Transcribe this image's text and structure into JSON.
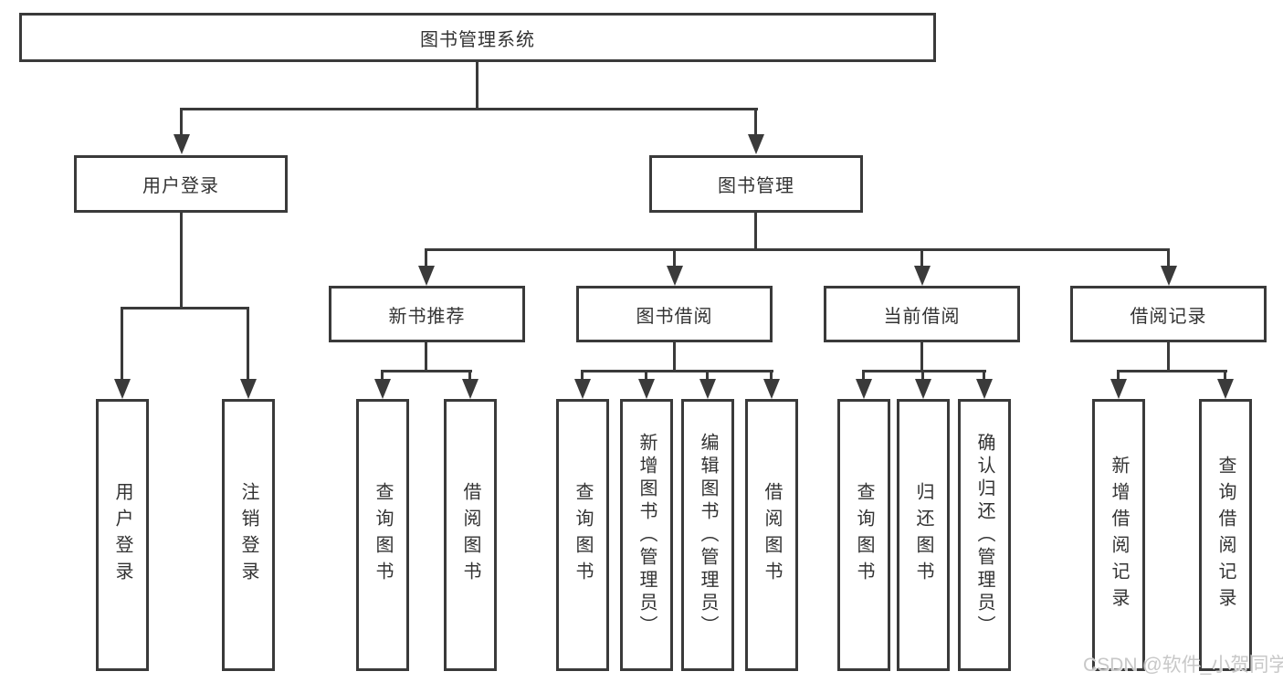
{
  "diagram": {
    "root": {
      "label": "图书管理系统"
    },
    "level2": [
      {
        "label": "用户登录"
      },
      {
        "label": "图书管理"
      }
    ],
    "level3": [
      {
        "label": "新书推荐"
      },
      {
        "label": "图书借阅"
      },
      {
        "label": "当前借阅"
      },
      {
        "label": "借阅记录"
      }
    ],
    "leaves": [
      {
        "group": "用户登录",
        "label": "用户登录"
      },
      {
        "group": "用户登录",
        "label": "注销登录"
      },
      {
        "group": "新书推荐",
        "label": "查询图书"
      },
      {
        "group": "新书推荐",
        "label": "借阅图书"
      },
      {
        "group": "图书借阅",
        "label": "查询图书"
      },
      {
        "group": "图书借阅",
        "label": "新增图书（管理员）"
      },
      {
        "group": "图书借阅",
        "label": "编辑图书（管理员）"
      },
      {
        "group": "图书借阅",
        "label": "借阅图书"
      },
      {
        "group": "当前借阅",
        "label": "查询图书"
      },
      {
        "group": "当前借阅",
        "label": "归还图书"
      },
      {
        "group": "当前借阅",
        "label": "确认归还（管理员）"
      },
      {
        "group": "借阅记录",
        "label": "新增借阅记录"
      },
      {
        "group": "借阅记录",
        "label": "查询借阅记录"
      }
    ],
    "watermark": "CSDN @软件_小贺同学",
    "colors": {
      "line": "#3a3a3a",
      "text": "#333333",
      "watermark": "#c8c8c8",
      "background": "#ffffff"
    }
  }
}
